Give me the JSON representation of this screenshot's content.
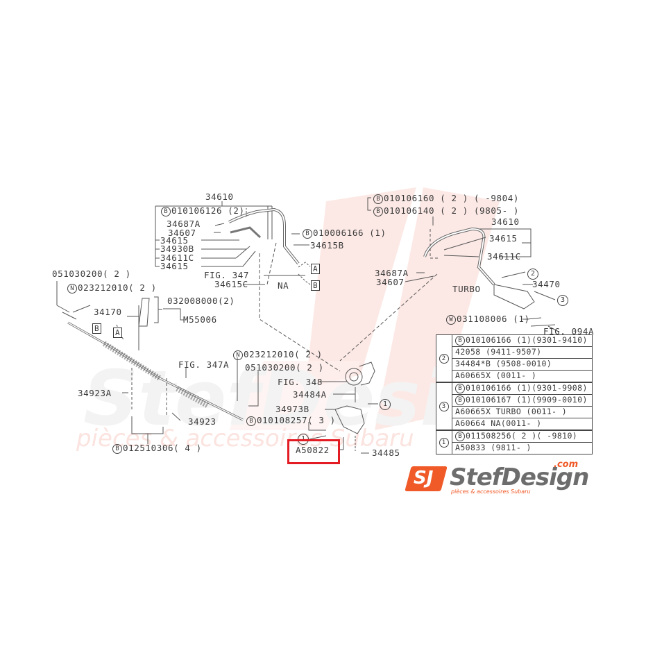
{
  "diagram": {
    "title": "Power steering rack & pump parts diagram",
    "watermark": {
      "brand": "StefDesign",
      "tagline": "pièces & accessoires Subaru"
    },
    "highlight": {
      "label": "A50822",
      "color": "#e31b23"
    },
    "labels": {
      "na_hose_assy": "34610",
      "bolt_010106126": "010106126 (2)",
      "p34687A_left": "34687A",
      "p34607_left": "34607",
      "p34615_a": "34615",
      "p34930B": "34930B",
      "p34611C_left": "34611C",
      "p34615_b": "34615",
      "fig347": "FIG. 347",
      "p34615C": "34615C",
      "bolt_010006166": "010006166 (1)",
      "p34615B": "34615B",
      "na": "NA",
      "ref_A": "A",
      "ref_B": "B",
      "bolt_010106160": "010106160 ( 2 ) (   -9804)",
      "bolt_010106140": "010106140 ( 2 ) (9805-   )",
      "turbo_hose_assy": "34610",
      "p34615_turbo": "34615",
      "p34611C_turbo": "34611C",
      "p34687A_turbo": "34687A",
      "p34607_turbo": "34607",
      "turbo": "TURBO",
      "callout_2": "2",
      "p34470": "34470",
      "callout_3": "3",
      "washer_031108006": "031108006 (1)",
      "fig094A": "FIG. 094A",
      "p051030200_left": "051030200( 2 )",
      "nut_023212010_left": "023212010( 2 )",
      "p34170": "34170",
      "p032008000": "032008000(2)",
      "pM55006": "M55006",
      "ref_B_rack": "B",
      "ref_A_rack": "A",
      "fig347A": "FIG. 347A",
      "nut_023212010_right": "023212010( 2 )",
      "p051030200_right": "051030200( 2 )",
      "p34923A": "34923A",
      "p34923": "34923",
      "bolt_012510306": "012510306( 4 )",
      "fig348": "FIG. 348",
      "p34484A": "34484A",
      "p34973B": "34973B",
      "bolt_010108257": "010108257( 3 )",
      "callout_1_right": "1",
      "callout_1_left": "1",
      "pA50822": "A50822",
      "p34485": "34485"
    },
    "prefix_marks": {
      "B": "B",
      "N": "N",
      "W": "W"
    },
    "table": {
      "groups": [
        {
          "key": "2",
          "rows": [
            {
              "mark": "B",
              "text": "010106166 (1)(9301-9410)"
            },
            {
              "mark": "",
              "text": "42058 (9411-9507)"
            },
            {
              "mark": "",
              "text": "34484*B (9508-0010)"
            },
            {
              "mark": "",
              "text": "A60665X (0011-    )"
            }
          ]
        },
        {
          "key": "3",
          "rows": [
            {
              "mark": "B",
              "text": "010106166 (1)(9301-9908)"
            },
            {
              "mark": "B",
              "text": "010106167 (1)(9909-0010)"
            },
            {
              "mark": "",
              "text": "A60665X TURBO (0011-    )"
            },
            {
              "mark": "",
              "text": "A60664  NA(0011-    )"
            }
          ]
        },
        {
          "key": "1",
          "rows": [
            {
              "mark": "B",
              "text": "011508256( 2 )(    -9810)"
            },
            {
              "mark": "",
              "text": "A50833 (9811-    )"
            }
          ]
        }
      ]
    },
    "logo": {
      "mark": "SJ",
      "name": "StefDesign",
      "domain": ".com",
      "tagline": "pièces & accessoires Subaru",
      "accent": "#f05a28"
    }
  }
}
